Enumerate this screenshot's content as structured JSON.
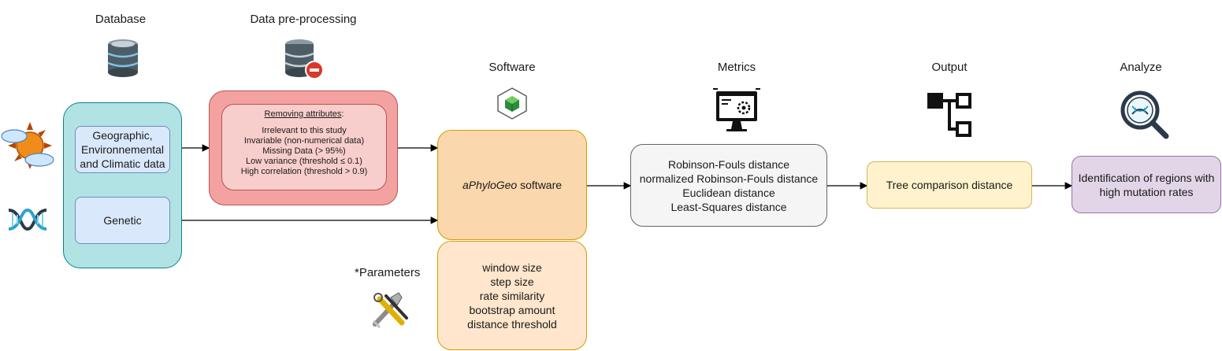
{
  "headers": {
    "database": "Database",
    "preprocessing": "Data pre-processing",
    "software": "Software",
    "metrics": "Metrics",
    "output": "Output",
    "analyze": "Analyze"
  },
  "database": {
    "geo_line1": "Geographic,",
    "geo_line2": "Environnemental",
    "geo_line3": "and Climatic data",
    "genetic": "Genetic"
  },
  "preprocessing": {
    "title": "Removing attributes",
    "title_suffix": ":",
    "items": [
      "Irrelevant to this study",
      "Invariable (non-numerical data)",
      "Missing Data (> 95%)",
      "Low variance (threshold ≤ 0.1)",
      "High correlation (threshold > 0.9)"
    ]
  },
  "software": {
    "name_italic": "aPhyloGeo",
    "name_suffix": " software"
  },
  "parameters": {
    "label": "*Parameters",
    "items": [
      "window size",
      "step size",
      "rate similarity",
      "bootstrap amount",
      "distance threshold"
    ]
  },
  "metrics": {
    "items": [
      "Robinson-Fouls distance",
      "normalized Robinson-Fouls distance",
      "Euclidean distance",
      "Least-Squares distance"
    ]
  },
  "output": {
    "label": "Tree comparison distance"
  },
  "analyze": {
    "line1": "Identification of regions with",
    "line2": "high mutation rates"
  },
  "icons": [
    "database-icon",
    "database-remove-icon",
    "cube-icon",
    "monitor-settings-icon",
    "tree-hierarchy-icon",
    "dna-magnifier-icon",
    "sun-cloud-icon",
    "dna-icon",
    "tools-icon"
  ],
  "colors": {
    "database_outer": "#b1e3e4",
    "database_inner": "#dae8fc",
    "preprocessing_outer": "#f4a1a1",
    "preprocessing_inner": "#f8cecc",
    "software": "#fad7ac",
    "parameters": "#ffe6cc",
    "metrics": "#f5f5f5",
    "output": "#fff2cc",
    "analyze": "#e1d5e7"
  }
}
